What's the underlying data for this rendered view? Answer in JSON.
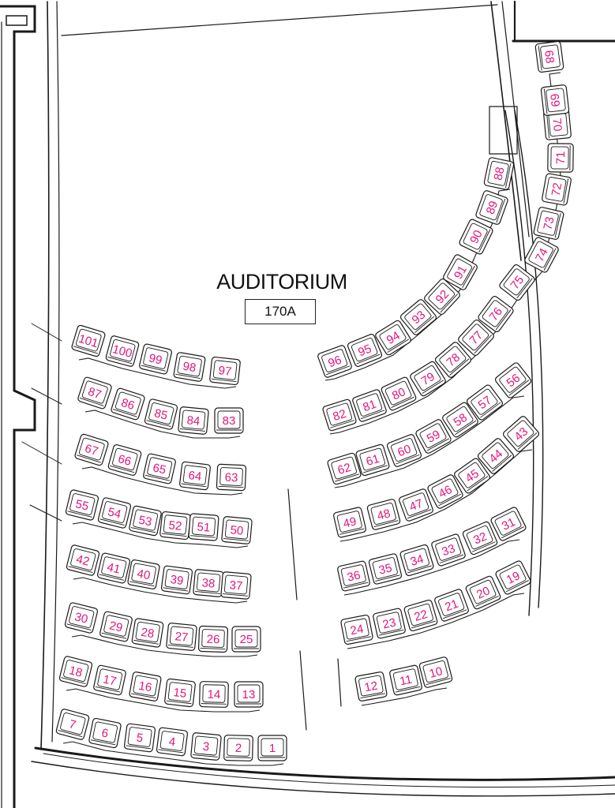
{
  "room": {
    "name": "AUDITORIUM",
    "number": "170A"
  },
  "colors": {
    "label": "#e0157e",
    "line": "#1a1a1a",
    "seat_fill": "#ffffff"
  },
  "rows": [
    {
      "seats": [
        "101",
        "100",
        "99",
        "98",
        "97"
      ]
    },
    {
      "seats": [
        "96",
        "95",
        "94",
        "93",
        "92",
        "91",
        "90",
        "89",
        "88"
      ]
    },
    {
      "seats": [
        "87",
        "86",
        "85",
        "84",
        "83"
      ]
    },
    {
      "seats": [
        "82",
        "81",
        "80",
        "79",
        "78",
        "77",
        "76",
        "75",
        "74",
        "73",
        "72",
        "71",
        "70",
        "69",
        "68"
      ]
    },
    {
      "seats": [
        "67",
        "66",
        "65",
        "64",
        "63"
      ]
    },
    {
      "seats": [
        "62",
        "61",
        "60",
        "59",
        "58",
        "57",
        "56"
      ]
    },
    {
      "seats": [
        "55",
        "54",
        "53",
        "52",
        "51",
        "50"
      ]
    },
    {
      "seats": [
        "49",
        "48",
        "47",
        "46",
        "45",
        "44",
        "43"
      ]
    },
    {
      "seats": [
        "42",
        "41",
        "40",
        "39",
        "38",
        "37"
      ]
    },
    {
      "seats": [
        "36",
        "35",
        "34",
        "33",
        "32",
        "31"
      ]
    },
    {
      "seats": [
        "30",
        "29",
        "28",
        "27",
        "26",
        "25"
      ]
    },
    {
      "seats": [
        "24",
        "23",
        "22",
        "21",
        "20",
        "19"
      ]
    },
    {
      "seats": [
        "18",
        "17",
        "16",
        "15",
        "14",
        "13"
      ]
    },
    {
      "seats": [
        "12",
        "11",
        "10"
      ]
    },
    {
      "seats": [
        "7",
        "6",
        "5",
        "4",
        "3",
        "2",
        "1"
      ]
    }
  ]
}
